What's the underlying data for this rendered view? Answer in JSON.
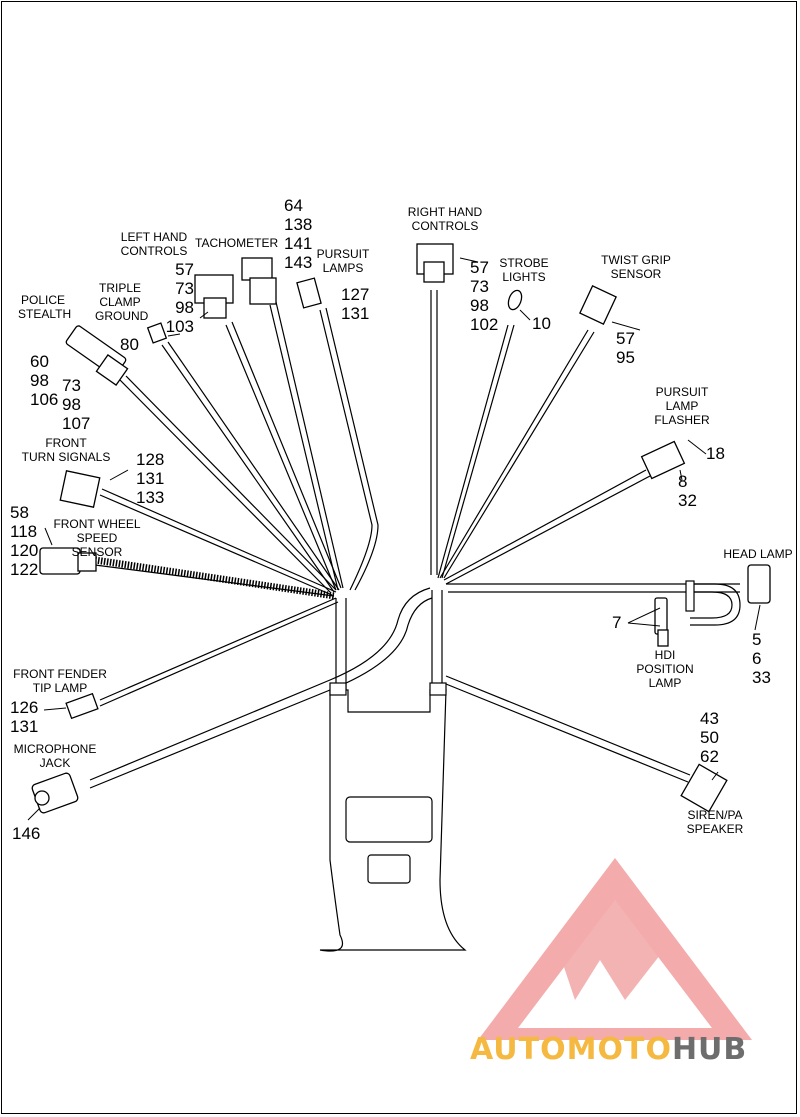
{
  "components": {
    "police_stealth": {
      "label": "POLICE\nSTEALTH",
      "refs_a": "60\n98\n106",
      "refs_b": "73\n98\n107"
    },
    "triple_clamp_ground": {
      "label": "TRIPLE\nCLAMP\nGROUND",
      "refs": "80"
    },
    "left_hand_controls": {
      "label": "LEFT HAND\nCONTROLS",
      "refs": "57\n73\n98\n103"
    },
    "tachometer": {
      "label": "TACHOMETER",
      "refs": "64\n138\n141\n143"
    },
    "pursuit_lamps": {
      "label": "PURSUIT\nLAMPS",
      "refs": "127\n131"
    },
    "right_hand_controls": {
      "label": "RIGHT HAND\nCONTROLS",
      "refs": "57\n73\n98\n102"
    },
    "strobe_lights": {
      "label": "STROBE\nLIGHTS",
      "refs": "10"
    },
    "twist_grip_sensor": {
      "label": "TWIST GRIP\nSENSOR",
      "refs": "57\n95"
    },
    "pursuit_lamp_flasher": {
      "label": "PURSUIT\nLAMP\nFLASHER",
      "refs_a": "18",
      "refs_b": "8\n32"
    },
    "front_turn_signals": {
      "label": "FRONT\nTURN SIGNALS",
      "refs": "128\n131\n133"
    },
    "front_wheel_speed_sensor": {
      "label": "FRONT WHEEL\nSPEED SENSOR",
      "refs": "58\n118\n120\n122"
    },
    "head_lamp": {
      "label": "HEAD LAMP",
      "refs": "5\n6\n33"
    },
    "hdi_position_lamp": {
      "label": "HDI\nPOSITION\nLAMP",
      "refs": "7"
    },
    "front_fender_tip_lamp": {
      "label": "FRONT FENDER\nTIP LAMP",
      "refs": "126\n131"
    },
    "microphone_jack": {
      "label": "MICROPHONE\nJACK",
      "refs": "146"
    },
    "siren_pa_speaker": {
      "label": "SIREN/PA\nSPEAKER",
      "refs": "43\n50\n62"
    }
  },
  "watermark": {
    "part1": "AUTO",
    "part2": "MOTO",
    "part3": "HUB",
    "colors": {
      "logo": "#f08f8f",
      "text_orange": "#f5b942",
      "text_gray": "#6d6d6d"
    }
  }
}
